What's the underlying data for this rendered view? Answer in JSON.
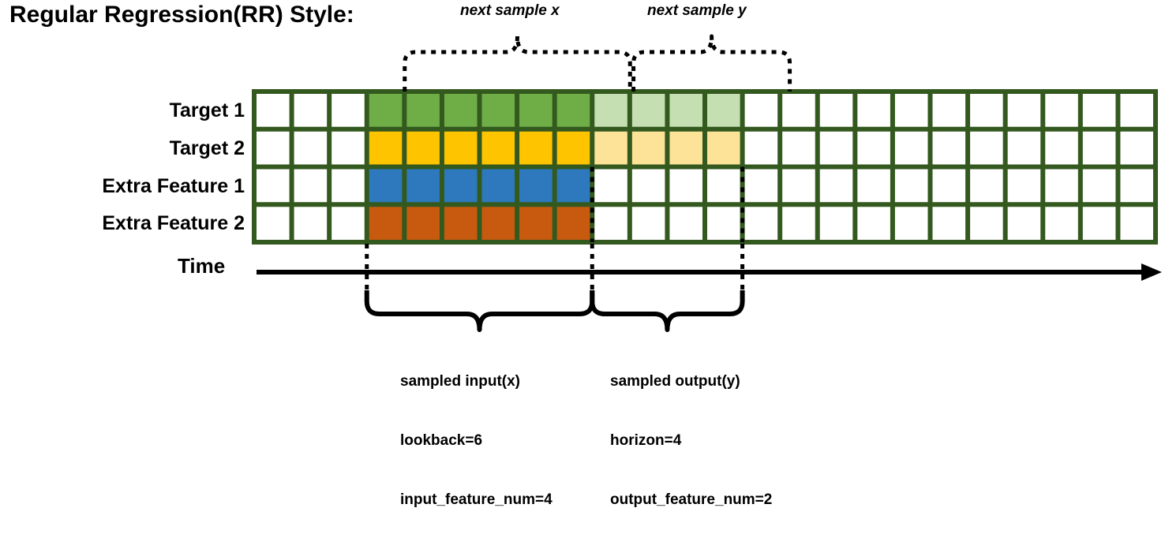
{
  "title": "Regular Regression(RR) Style:",
  "annotations": {
    "next_sample_x": "next sample x",
    "next_sample_y": "next sample y"
  },
  "axis": {
    "time_label": "Time"
  },
  "rows": [
    {
      "label": "Target 1",
      "fill": "#6FAE46",
      "faded_fill": "#C5DFB2",
      "has_faded": true
    },
    {
      "label": "Target 2",
      "fill": "#FFC400",
      "faded_fill": "#FDE397",
      "has_faded": true
    },
    {
      "label": "Extra Feature 1",
      "fill": "#2E79BD",
      "faded_fill": "#FFFFFF",
      "has_faded": false
    },
    {
      "label": "Extra Feature 2",
      "fill": "#C85A10",
      "faded_fill": "#FFFFFF",
      "has_faded": false
    }
  ],
  "grid": {
    "total_columns": 24,
    "lead_blank_columns": 3,
    "input_columns": 6,
    "output_columns": 4,
    "border_color": "#33591F",
    "cell_color_empty": "#FFFFFF"
  },
  "captions": {
    "input": {
      "line1": "sampled input(x)",
      "line2": "lookback=6",
      "line3": "input_feature_num=4"
    },
    "output": {
      "line1": "sampled output(y)",
      "line2": "horizon=4",
      "line3": "output_feature_num=2"
    }
  },
  "colors": {
    "target1": "#6FAE46",
    "target1_faded": "#C5DFB2",
    "target2": "#FFC400",
    "target2_faded": "#FDE397",
    "extra1": "#2E79BD",
    "extra2": "#C85A10",
    "grid_border": "#33591F",
    "ink": "#000000"
  }
}
